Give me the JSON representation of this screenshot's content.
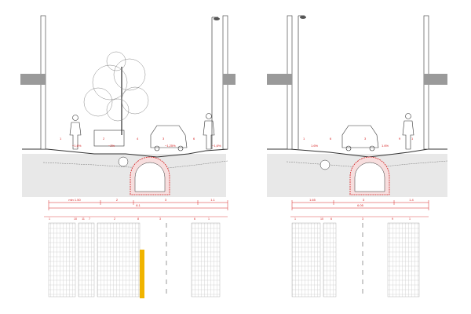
{
  "colors": {
    "dimension": "#d62020",
    "line": "#333333",
    "ground": "#e8e8e8",
    "wall": "#9a9a9a",
    "highlight": "#f0b400"
  },
  "left": {
    "section_labels": [
      "1",
      "−1,6%",
      "2",
      "−2%",
      "4",
      "3",
      "−1,25%",
      "6",
      "−1,6%"
    ],
    "dimensions": [
      "min 1.50",
      "2",
      "3",
      "1.1"
    ],
    "total": "8.1",
    "plan_numbers": [
      "1",
      "10",
      "11",
      "7",
      "2",
      "8",
      "3",
      "6",
      "1"
    ]
  },
  "right": {
    "section_labels": [
      "1",
      "1.6%",
      "6",
      "3",
      "1.6%",
      "9",
      "1"
    ],
    "dimensions": [
      "1.65",
      "3",
      "1.4"
    ],
    "total": "6.05",
    "plan_numbers": [
      "1",
      "10",
      "6",
      "3",
      "9",
      "1"
    ]
  }
}
